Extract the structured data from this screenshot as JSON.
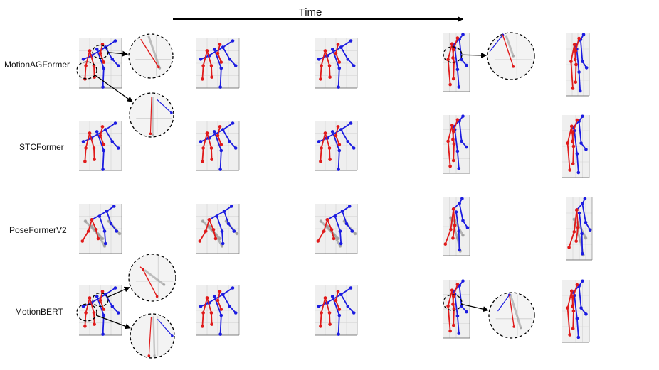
{
  "time_label": "Time",
  "methods": [
    {
      "label": "MotionAGFormer"
    },
    {
      "label": "STCFormer"
    },
    {
      "label": "PoseFormerV2"
    },
    {
      "label": "MotionBERT"
    }
  ],
  "colors": {
    "left_limb": "#e01a1a",
    "right_limb": "#1c1ce0",
    "ground_truth": "#9a9a9a",
    "panel_bg": "#efefef",
    "panel_grid": "#d2d2d2"
  },
  "frames_per_row": 5,
  "zoom_callouts": [
    {
      "row": "MotionAGFormer",
      "frame": 1,
      "count": 2
    },
    {
      "row": "MotionAGFormer",
      "frame": 4,
      "count": 1
    },
    {
      "row": "MotionBERT",
      "frame": 1,
      "count": 2
    },
    {
      "row": "MotionBERT",
      "frame": 4,
      "count": 1
    }
  ]
}
